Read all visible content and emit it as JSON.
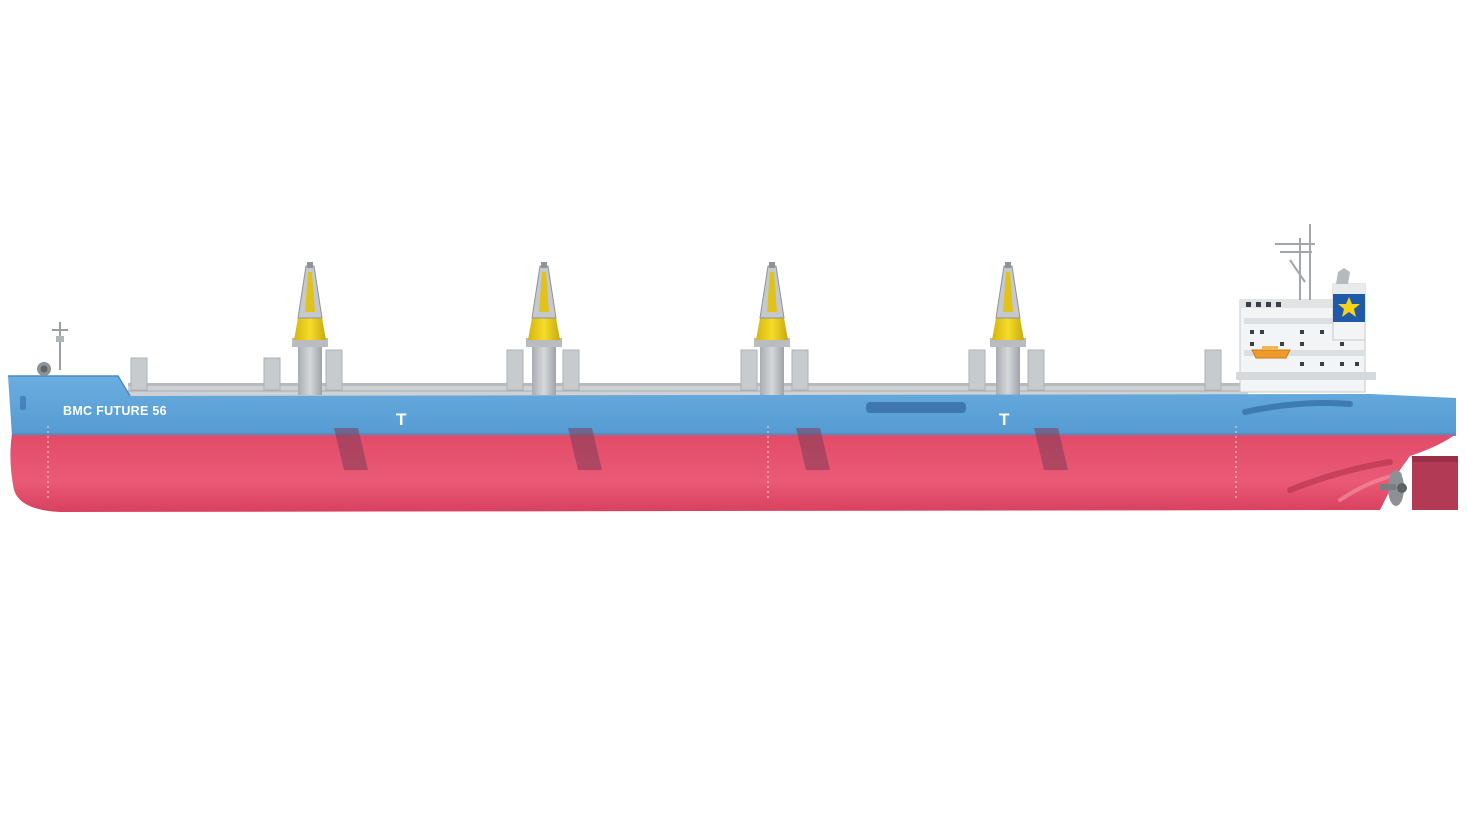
{
  "vessel": {
    "name": "BMC FUTURE 56",
    "thruster_mark_1": "T",
    "thruster_mark_2": "T"
  },
  "colors": {
    "hull_topside": "#5fa3d6",
    "hull_bottom": "#e8506e",
    "deck_grey": "#c9cccf",
    "crane_yellow": "#f2d21a",
    "funnel_blue": "#1f5aa8",
    "funnel_star": "#f6d21c",
    "lifeboat_orange": "#ef9a2a",
    "rudder": "#b33a55"
  },
  "icons": [
    "crane-icon",
    "funnel-icon",
    "anchor-icon",
    "propeller-icon",
    "rudder-icon",
    "lifeboat-icon",
    "mast-icon"
  ]
}
